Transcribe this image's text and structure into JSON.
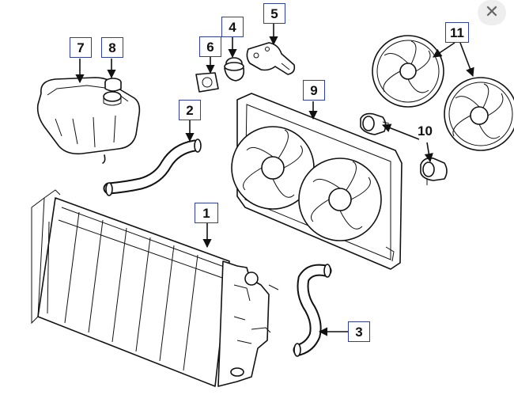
{
  "close_button": {
    "glyph": "✕",
    "icon": "close-icon"
  },
  "callouts": [
    {
      "id": "1",
      "text": "1"
    },
    {
      "id": "2",
      "text": "2"
    },
    {
      "id": "3",
      "text": "3"
    },
    {
      "id": "4",
      "text": "4"
    },
    {
      "id": "5",
      "text": "5"
    },
    {
      "id": "6",
      "text": "6"
    },
    {
      "id": "7",
      "text": "7"
    },
    {
      "id": "8",
      "text": "8"
    },
    {
      "id": "9",
      "text": "9"
    },
    {
      "id": "10",
      "text": "10"
    },
    {
      "id": "11",
      "text": "11"
    }
  ],
  "colors": {
    "callout_border": "#2f3f9e",
    "line_art": "#111111",
    "background": "#ffffff"
  }
}
